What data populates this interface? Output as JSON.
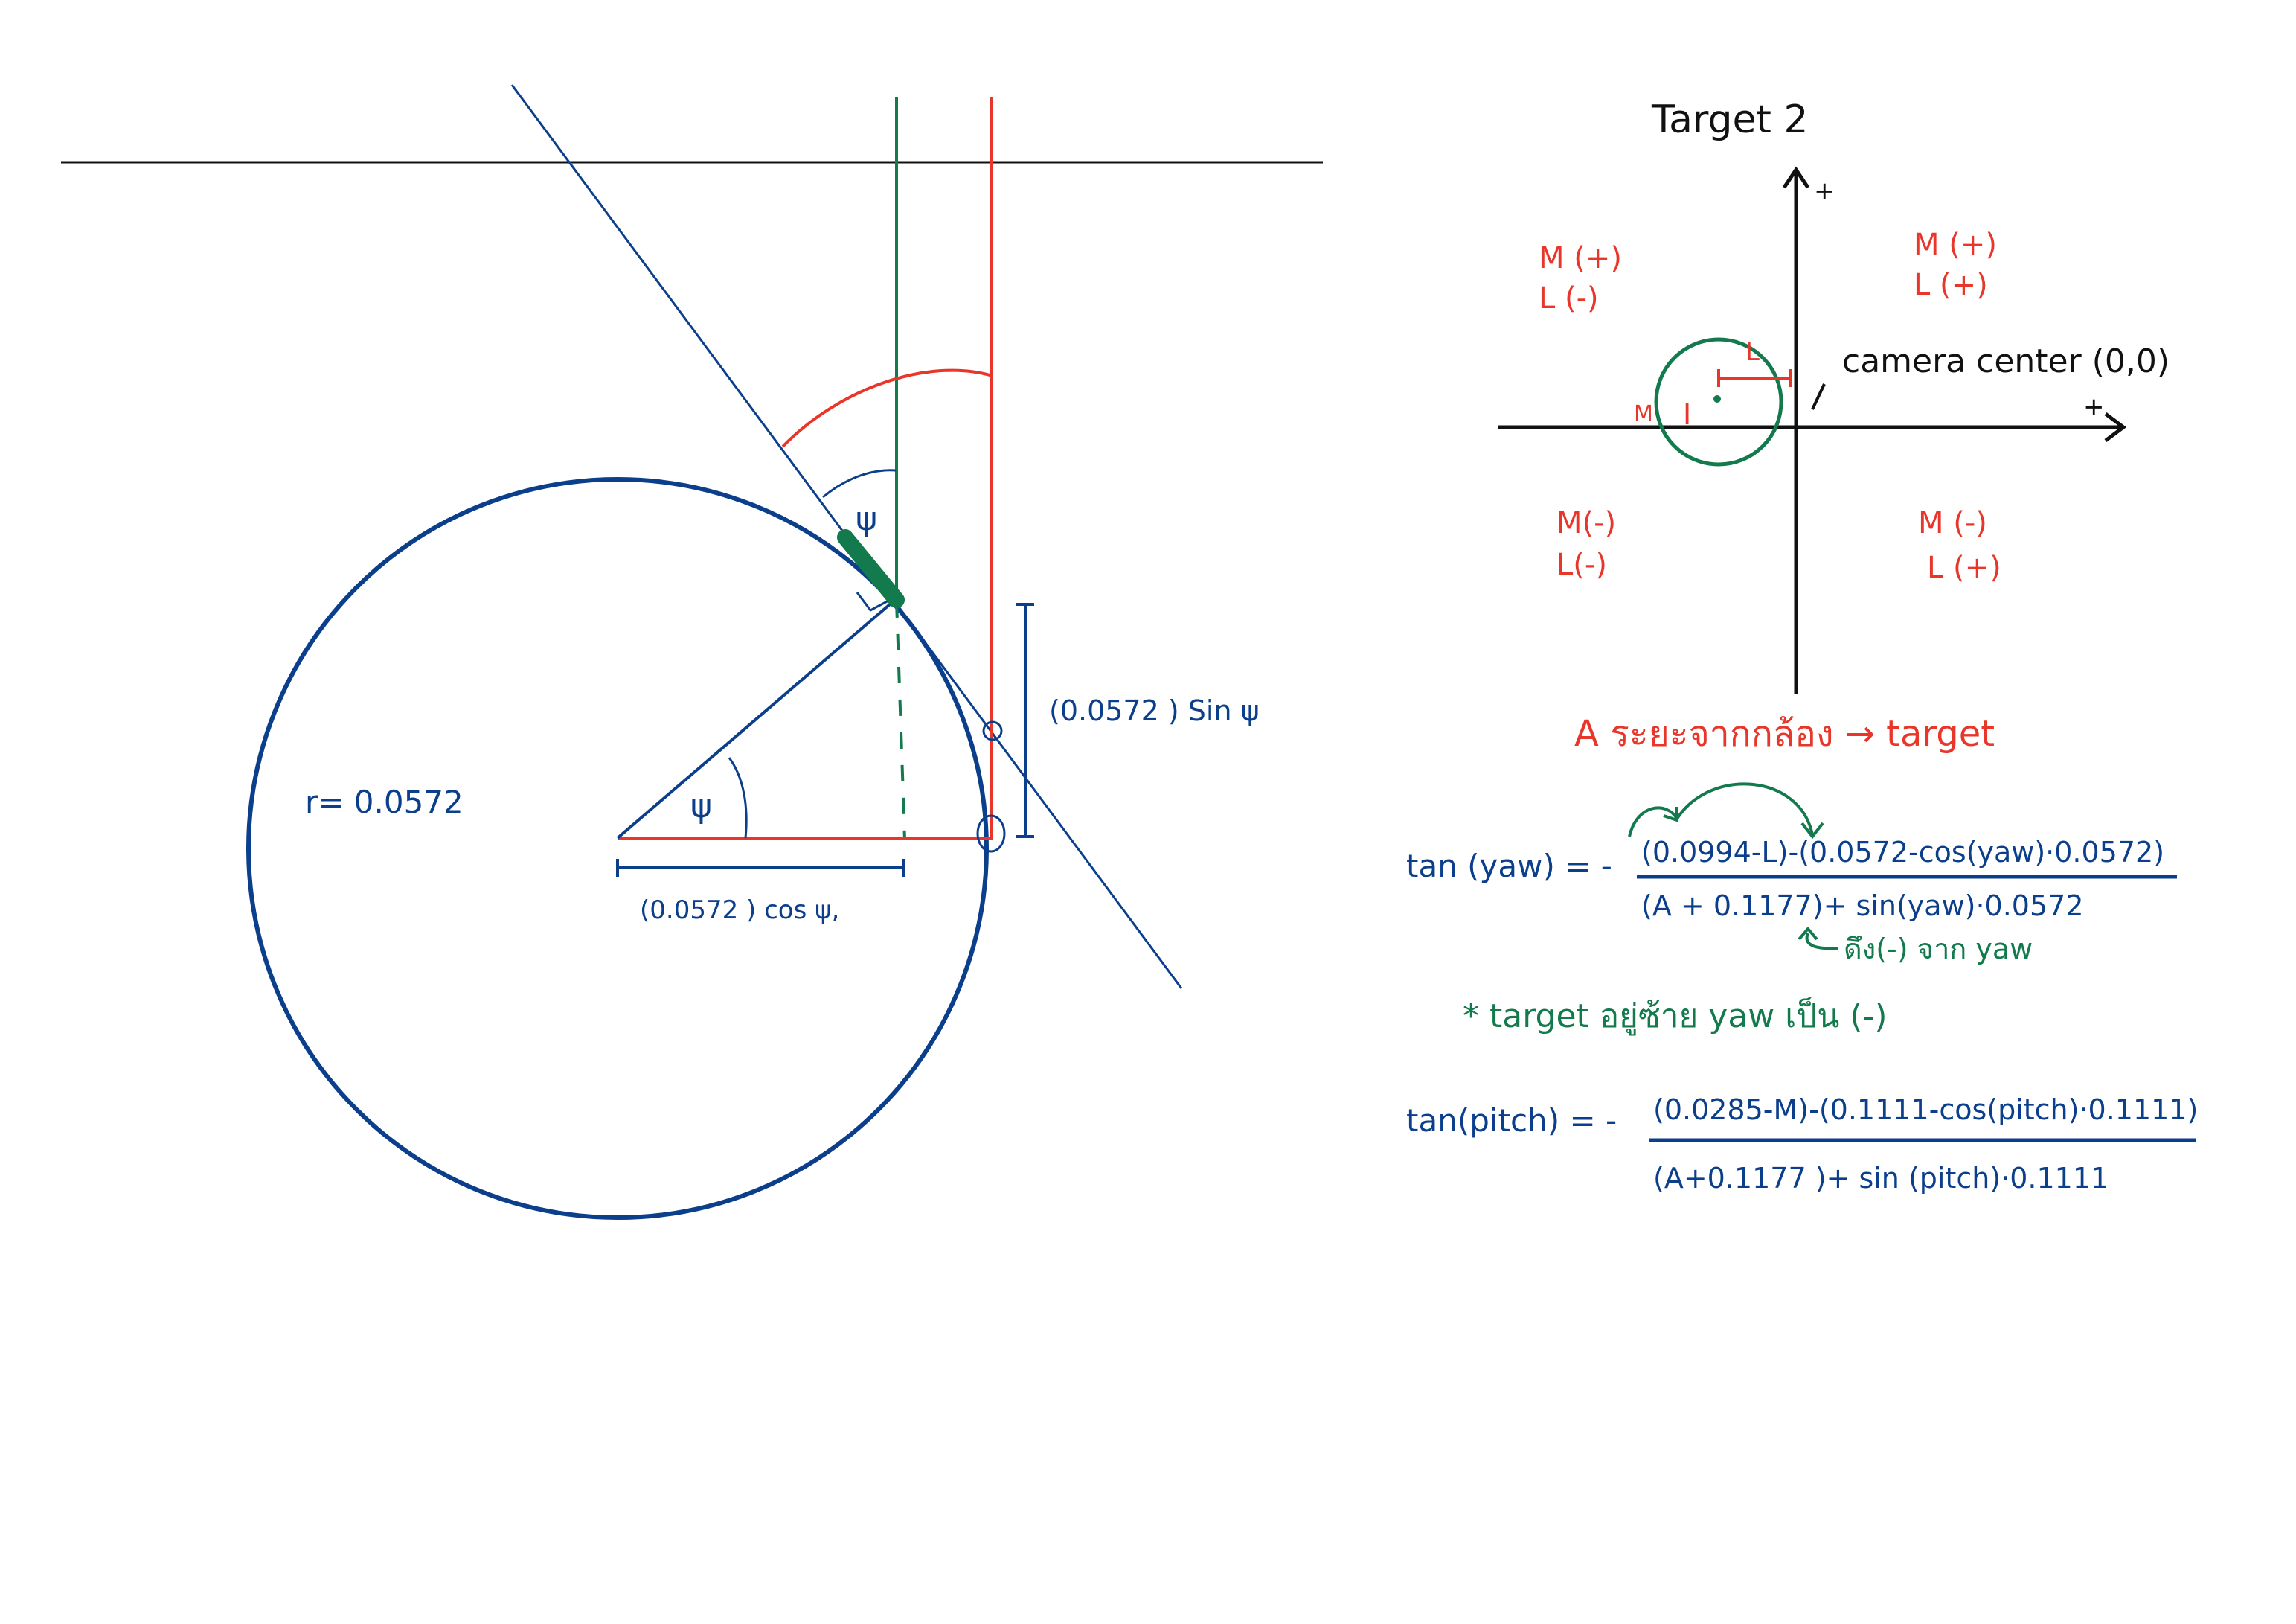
{
  "colors": {
    "blue": "#0b3f8c",
    "red": "#e8362a",
    "green": "#127a4c",
    "black": "#111111"
  },
  "left_diagram": {
    "radius_label": "r= 0.0572",
    "angle_symbol": "ψ",
    "sin_label": "(0.0572 ) Sin ψ",
    "cos_label": "(0.0572 ) cos ψ,"
  },
  "axes_panel": {
    "title": "Target 2",
    "plus_sign": "+",
    "quadrant_top_left": {
      "m": "M (+)",
      "l": "L (-)"
    },
    "quadrant_top_right": {
      "m": "M (+)",
      "l": "L (+)"
    },
    "quadrant_bottom_left": {
      "m": "M(-)",
      "l": "L(-)"
    },
    "quadrant_bottom_right": {
      "m": "M (-)",
      "l": "L (+)"
    },
    "camera_label": "camera center (0,0)",
    "l_marker": "L",
    "m_marker": "M",
    "i_marker": "I"
  },
  "notes": {
    "a_definition": "A ระยะจากกล้อง → target",
    "pull_note": "ดึง(-) จาก yaw",
    "star_note": "* target อยู่ซ้าย yaw เป็น (-)"
  },
  "equations": {
    "yaw_lhs": "tan (yaw) = -",
    "yaw_num": "(0.0994-L)-(0.0572-cos(yaw)·0.0572)",
    "yaw_den": "(A + 0.1177)+ sin(yaw)·0.0572",
    "pitch_lhs": "tan(pitch) = -",
    "pitch_num": "(0.0285-M)-(0.1111-cos(pitch)·0.1111)",
    "pitch_den": "(A+0.1177 )+ sin (pitch)·0.1111"
  }
}
